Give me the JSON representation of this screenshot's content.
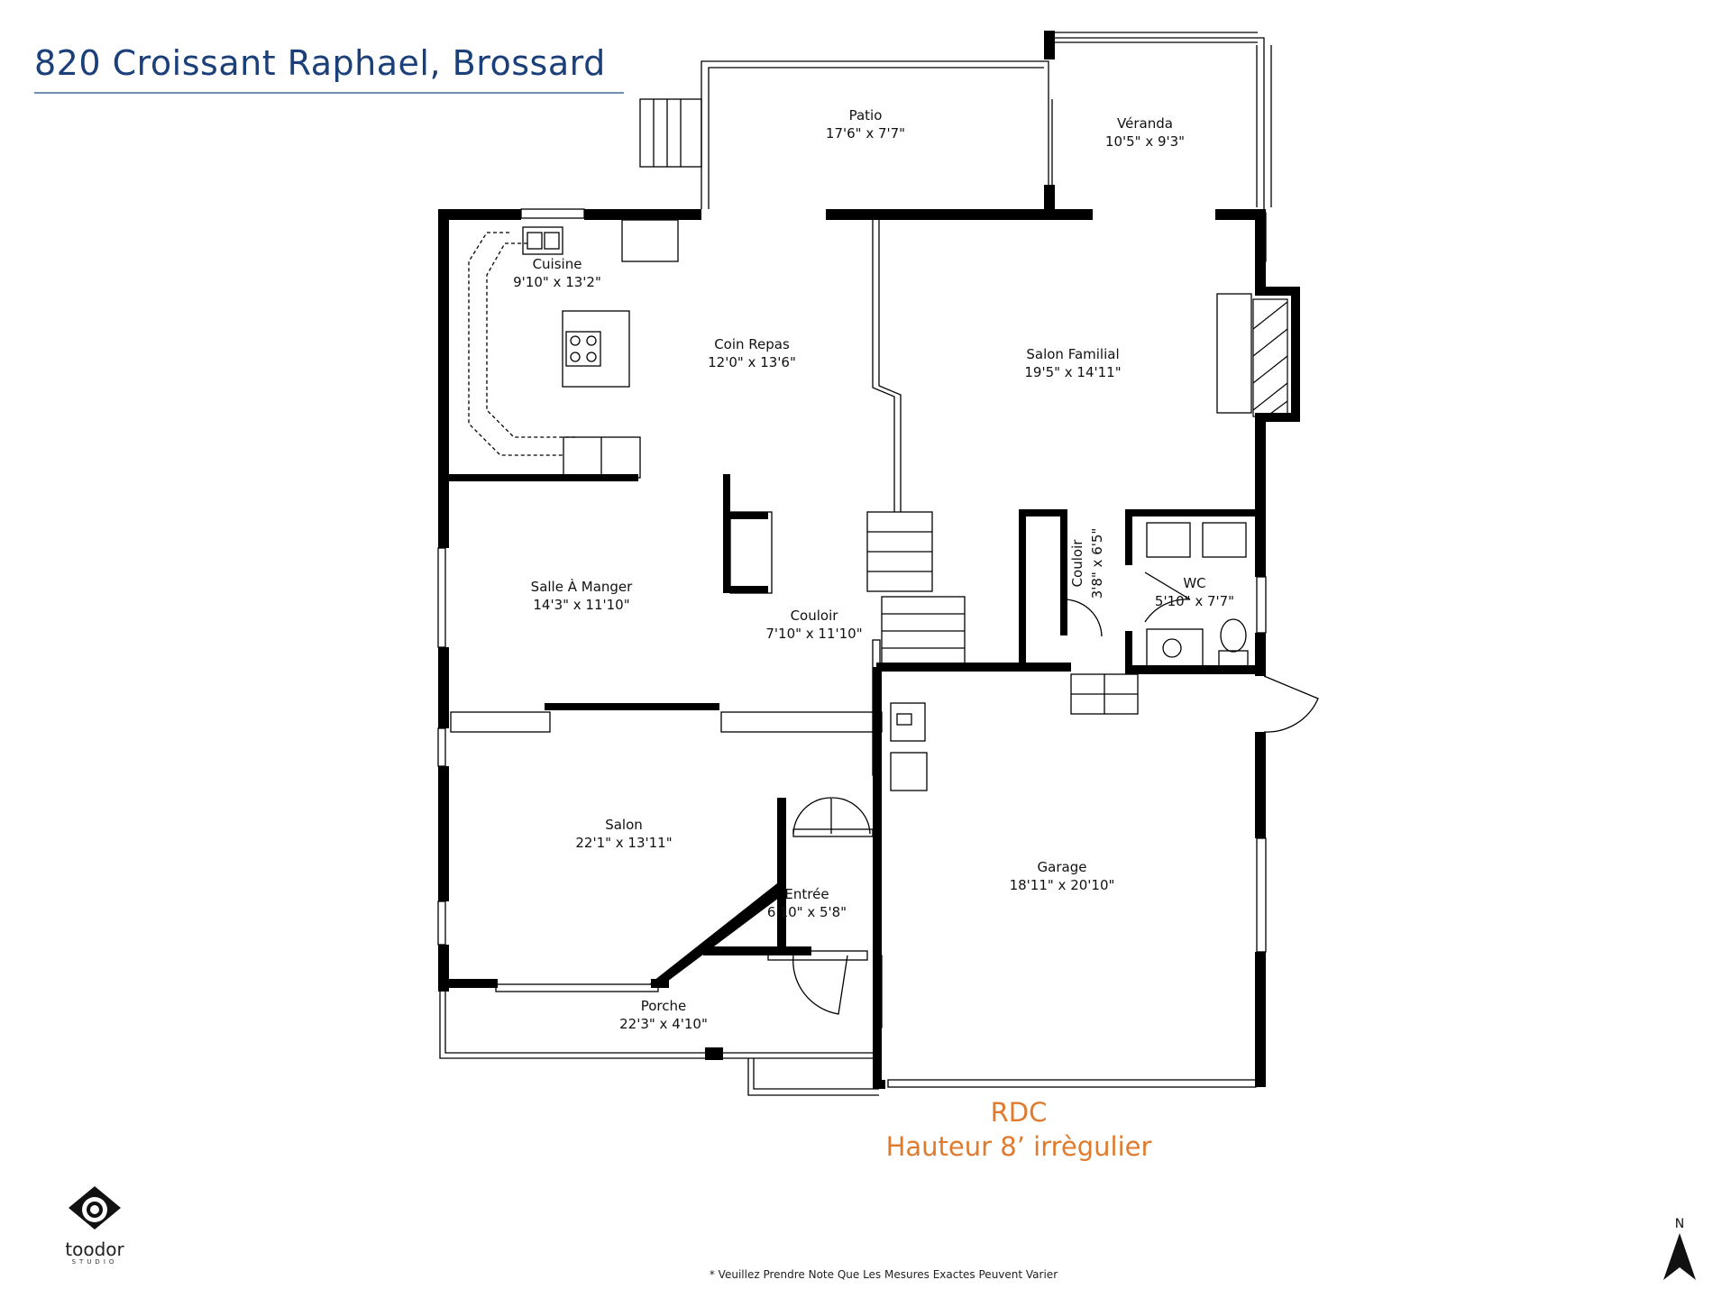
{
  "header": {
    "address": "820 Croissant Raphael, Brossard"
  },
  "rooms": [
    {
      "name": "Patio",
      "dims": "17'6\" x 7'7\""
    },
    {
      "name": "Véranda",
      "dims": "10'5\" x 9'3\""
    },
    {
      "name": "Cuisine",
      "dims": "9'10\" x 13'2\""
    },
    {
      "name": "Coin Repas",
      "dims": "12'0\" x 13'6\""
    },
    {
      "name": "Salon Familial",
      "dims": "19'5\" x 14'11\""
    },
    {
      "name": "Salle À Manger",
      "dims": "14'3\" x 11'10\""
    },
    {
      "name": "Couloir",
      "dims": "7'10\" x 11'10\""
    },
    {
      "name": "Couloir",
      "dims": "3'8\" x 6'5\""
    },
    {
      "name": "WC",
      "dims": "5'10\" x 7'7\""
    },
    {
      "name": "Salon",
      "dims": "22'1\" x 13'11\""
    },
    {
      "name": "Entrée",
      "dims": "6'10\" x 5'8\""
    },
    {
      "name": "Garage",
      "dims": "18'11\" x 20'10\""
    },
    {
      "name": "Porche",
      "dims": "22'3\" x 4'10\""
    }
  ],
  "level": {
    "name": "RDC",
    "height": "Hauteur 8’ irrègulier"
  },
  "logo": {
    "word": "toodor",
    "sub": "STUDIO"
  },
  "disclaimer": "* Veuillez Prendre Note Que Les Mesures Exactes Peuvent Varier",
  "compass": {
    "letter": "N"
  },
  "colors": {
    "title": "#1b3f78",
    "level": "#e07b2e",
    "wall": "#000000"
  }
}
